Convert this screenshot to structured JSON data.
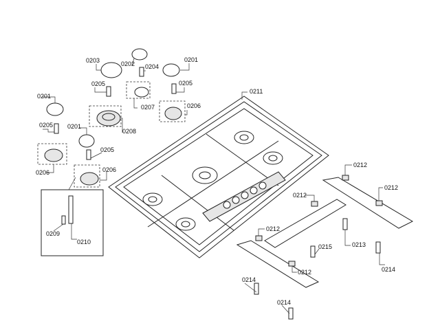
{
  "diagram": {
    "part_labels": {
      "cap_large_top": "0203",
      "cap_small_top": "0202",
      "electrode_top": "0204",
      "cap_right_top": "0201",
      "electrode_left_top": "0205",
      "electrode_right_top": "0205",
      "burner_small_top": "0207",
      "burner_right_top": "0206",
      "cap_left": "0201",
      "burner_large": "0208",
      "electrode_left": "0205",
      "cap_mid": "0201",
      "electrode_mid": "0205",
      "burner_left": "0206",
      "burner_mid": "0206",
      "cooktop": "0211",
      "nut_1": "0212",
      "nut_2": "0212",
      "nut_3": "0212",
      "nut_4": "0212",
      "nut_5": "0212",
      "injector_215": "0215",
      "injector_213": "0213",
      "injector_214_right": "0214",
      "injector_214_left": "0214",
      "injector_214_bottom": "0214",
      "screw": "0209",
      "thermocouple": "0210"
    }
  }
}
